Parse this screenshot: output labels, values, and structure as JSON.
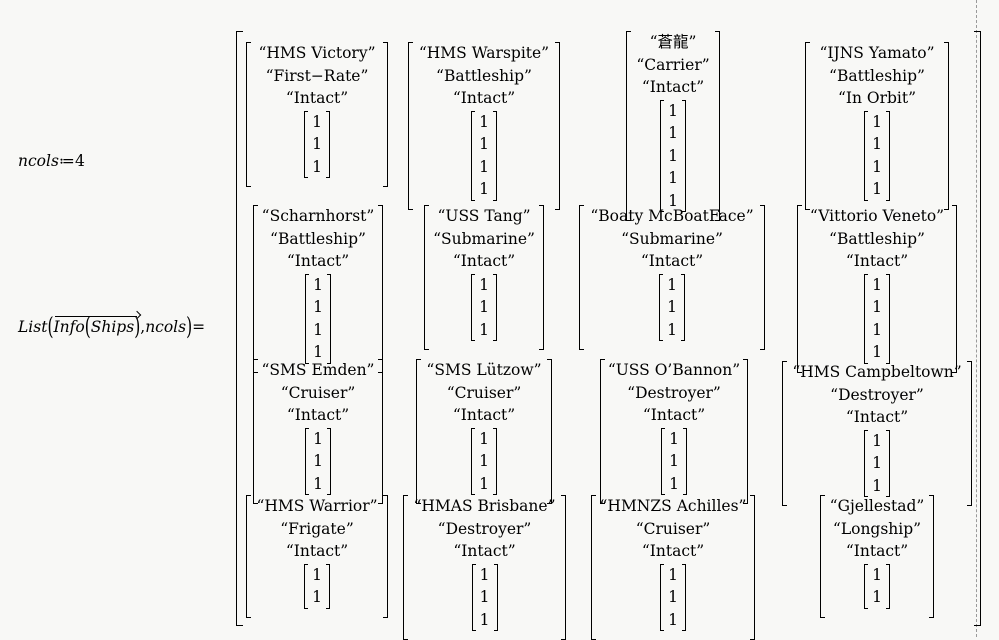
{
  "definition": {
    "name": "ncols",
    "op": "≔",
    "value": "4"
  },
  "evaluation": {
    "func": "List",
    "arg_func": "Info",
    "arg_var": "Ships",
    "arg2": "ncols",
    "op": "="
  },
  "rows": [
    [
      {
        "name": "“HMS Victory”",
        "type": "“First−Rate”",
        "status": "“Intact”",
        "vector": [
          "1",
          "1",
          "1"
        ]
      },
      {
        "name": "“HMS Warspite”",
        "type": "“Battleship”",
        "status": "“Intact”",
        "vector": [
          "1",
          "1",
          "1",
          "1"
        ]
      },
      {
        "name": "“蒼龍”",
        "type": "“Carrier”",
        "status": "“Intact”",
        "vector": [
          "1",
          "1",
          "1",
          "1",
          "1"
        ]
      },
      {
        "name": "“IJNS Yamato”",
        "type": "“Battleship”",
        "status": "“In Orbit”",
        "vector": [
          "1",
          "1",
          "1",
          "1"
        ]
      }
    ],
    [
      {
        "name": "“Scharnhorst”",
        "type": "“Battleship”",
        "status": "“Intact”",
        "vector": [
          "1",
          "1",
          "1",
          "1"
        ]
      },
      {
        "name": "“USS Tang”",
        "type": "“Submarine”",
        "status": "“Intact”",
        "vector": [
          "1",
          "1",
          "1"
        ]
      },
      {
        "name": "“Boaty McBoatFace”",
        "type": "“Submarine”",
        "status": "“Intact”",
        "vector": [
          "1",
          "1",
          "1"
        ]
      },
      {
        "name": "“Vittorio Veneto”",
        "type": "“Battleship”",
        "status": "“Intact”",
        "vector": [
          "1",
          "1",
          "1",
          "1"
        ]
      }
    ],
    [
      {
        "name": "“SMS Emden”",
        "type": "“Cruiser”",
        "status": "“Intact”",
        "vector": [
          "1",
          "1",
          "1"
        ]
      },
      {
        "name": "“SMS Lützow”",
        "type": "“Cruiser”",
        "status": "“Intact”",
        "vector": [
          "1",
          "1",
          "1"
        ]
      },
      {
        "name": "“USS O’Bannon”",
        "type": "“Destroyer”",
        "status": "“Intact”",
        "vector": [
          "1",
          "1",
          "1"
        ]
      },
      {
        "name": "“HMS Campbeltown”",
        "type": "“Destroyer”",
        "status": "“Intact”",
        "vector": [
          "1",
          "1",
          "1"
        ]
      }
    ],
    [
      {
        "name": "“HMS Warrior”",
        "type": "“Frigate”",
        "status": "“Intact”",
        "vector": [
          "1",
          "1"
        ]
      },
      {
        "name": "“HMAS Brisbane”",
        "type": "“Destroyer”",
        "status": "“Intact”",
        "vector": [
          "1",
          "1",
          "1"
        ]
      },
      {
        "name": "“HMNZS Achilles”",
        "type": "“Cruiser”",
        "status": "“Intact”",
        "vector": [
          "1",
          "1",
          "1"
        ]
      },
      {
        "name": "“Gjellestad”",
        "type": "“Longship”",
        "status": "“Intact”",
        "vector": [
          "1",
          "1"
        ]
      }
    ]
  ]
}
